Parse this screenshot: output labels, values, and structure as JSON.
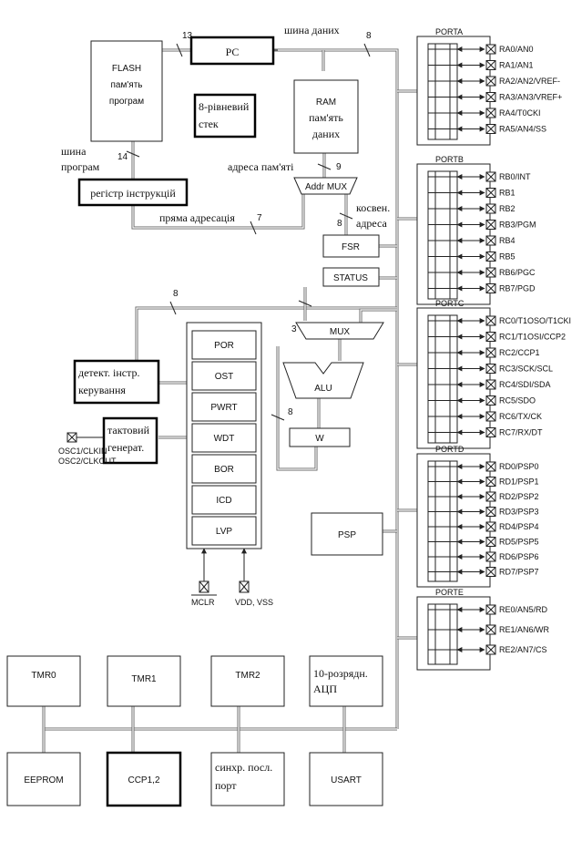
{
  "blocks": {
    "pc": "PC",
    "flash": [
      "FLASH",
      "пам'ять",
      "програм"
    ],
    "stack": [
      "8-рівневий",
      "стек"
    ],
    "ram": [
      "RAM",
      "пам'ять",
      "даних"
    ],
    "instr_reg": "регістр інструкцій",
    "addr_mux": "Addr MUX",
    "fsr": "FSR",
    "status": "STATUS",
    "mux": "MUX",
    "alu": "ALU",
    "w": "W",
    "decoder": [
      "детект. інстр.",
      "керування"
    ],
    "clock": [
      "тактовий",
      "генерат."
    ],
    "control_cells": [
      "POR",
      "OST",
      "PWRT",
      "WDT",
      "BOR",
      "ICD",
      "LVP"
    ],
    "psp": "PSP",
    "bottom_top": [
      "TMR0",
      "TMR1",
      "TMR2"
    ],
    "adc": [
      "10-розрядн.",
      "АЦП"
    ],
    "bottom_low": [
      "EEPROM",
      "CCP1,2",
      "USART"
    ],
    "sync": [
      "синхр. посл.",
      "порт"
    ]
  },
  "labels": {
    "data_bus": "шина даних",
    "program_bus": [
      "шина",
      "програм"
    ],
    "ram_address": "адреса пам'яті",
    "direct_address": "пряма адресація",
    "indirect_address": [
      "косвен.",
      "адреса"
    ],
    "osc": [
      "OSC1/CLKIN",
      "OSC2/CLKOUT"
    ],
    "mclr": "MCLR",
    "vdd": "VDD, VSS"
  },
  "bus_widths": {
    "pc_in": "13",
    "data_top": "8",
    "program": "14",
    "ram_addr": "9",
    "direct": "7",
    "fsr": "8",
    "mid": "8",
    "mux_in": "3",
    "w_loop": "8"
  },
  "ports": [
    {
      "name": "PORTA",
      "pins": [
        "RA0/AN0",
        "RA1/AN1",
        "RA2/AN2/VREF-",
        "RA3/AN3/VREF+",
        "RA4/T0CKI",
        "RA5/AN4/SS"
      ]
    },
    {
      "name": "PORTB",
      "pins": [
        "RB0/INT",
        "RB1",
        "RB2",
        "RB3/PGM",
        "RB4",
        "RB5",
        "RB6/PGC",
        "RB7/PGD"
      ]
    },
    {
      "name": "PORTC",
      "pins": [
        "RC0/T1OSO/T1CKI",
        "RC1/T1OSI/CCP2",
        "RC2/CCP1",
        "RC3/SCK/SCL",
        "RC4/SDI/SDA",
        "RC5/SDO",
        "RC6/TX/CK",
        "RC7/RX/DT"
      ]
    },
    {
      "name": "PORTD",
      "pins": [
        "RD0/PSP0",
        "RD1/PSP1",
        "RD2/PSP2",
        "RD3/PSP3",
        "RD4/PSP4",
        "RD5/PSP5",
        "RD6/PSP6",
        "RD7/PSP7"
      ]
    },
    {
      "name": "PORTE",
      "pins": [
        "RE0/AN5/RD",
        "RE1/AN6/WR",
        "RE2/AN7/CS"
      ]
    }
  ]
}
